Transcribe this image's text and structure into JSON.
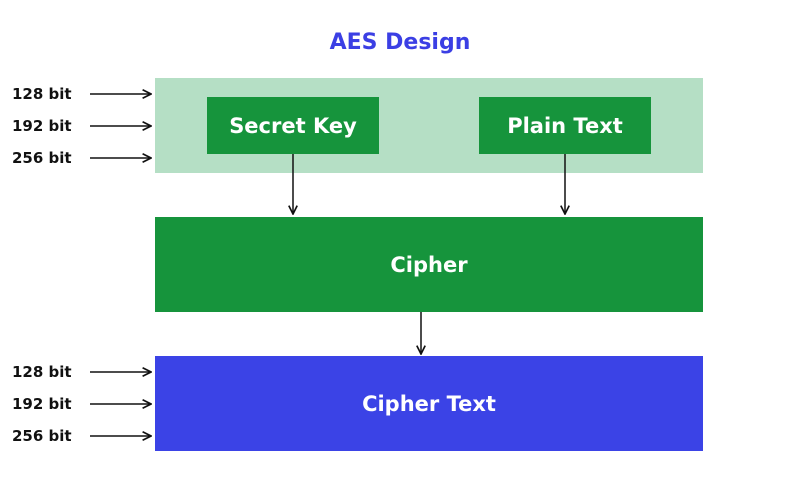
{
  "title": "AES Design",
  "input_key_sizes": [
    "128 bit",
    "192 bit",
    "256 bit"
  ],
  "output_key_sizes": [
    "128 bit",
    "192 bit",
    "256 bit"
  ],
  "secret_key_label": "Secret Key",
  "plain_text_label": "Plain Text",
  "cipher_label": "Cipher",
  "cipher_text_label": "Cipher Text",
  "colors": {
    "title": "#3b3fe4",
    "panel_light_green": "#b5dfc5",
    "green": "#16943c",
    "blue": "#3b43e6"
  }
}
